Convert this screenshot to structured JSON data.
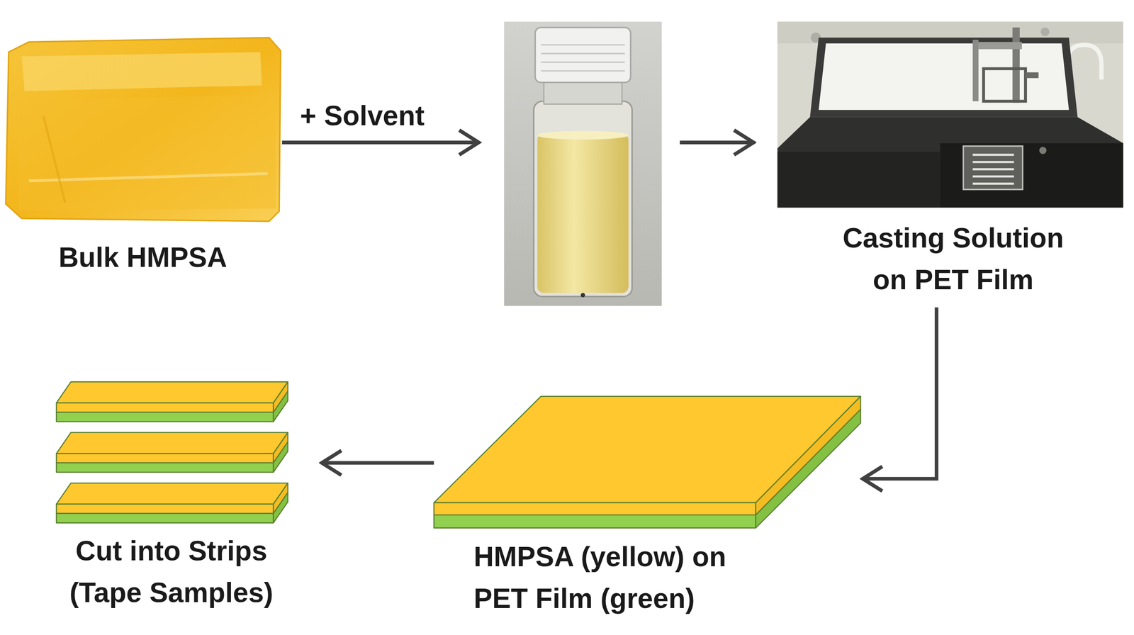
{
  "diagram": {
    "nodes": [
      {
        "text": [
          "Bulk HMPSA"
        ]
      },
      {
        "text": []
      },
      {
        "text": [
          "Casting Solution on PET Film"
        ]
      },
      {
        "text": [
          "HMPSA (yellow) on PET Film (green)"
        ]
      },
      {
        "text": [
          "Cut into Strips (Tape Samples)"
        ]
      }
    ],
    "edges": [
      {
        "from": 0,
        "to": 1,
        "label": "+ Solvent",
        "arrow": "to"
      },
      {
        "from": 1,
        "to": 2,
        "arrow": "to"
      },
      {
        "from": 2,
        "to": 3,
        "arrow": "to"
      },
      {
        "from": 3,
        "to": 4,
        "arrow": "to"
      }
    ]
  }
}
